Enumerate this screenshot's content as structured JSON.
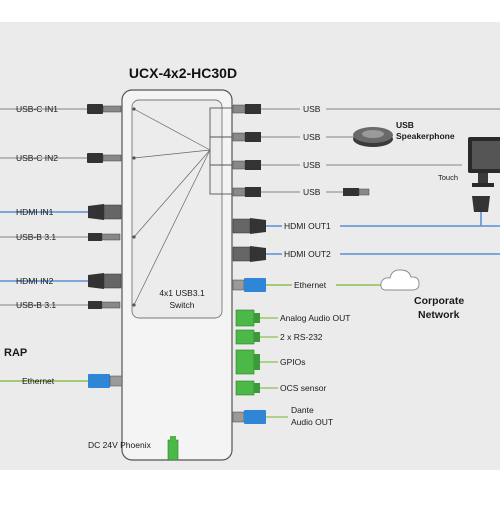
{
  "device": {
    "title": "UCX-4x2-HC30D",
    "switch_label": "4x1 USB3.1",
    "switch_label_2": "Switch",
    "power_label": "DC 24V Phoenix"
  },
  "left_ports": [
    {
      "label": "USB-C IN1",
      "line": "gray"
    },
    {
      "label": "USB-C IN2",
      "line": "gray"
    },
    {
      "label": "HDMI IN1",
      "line": "blue"
    },
    {
      "label": "USB-B 3.1",
      "line": "gray"
    },
    {
      "label": "HDMI IN2",
      "line": "blue"
    },
    {
      "label": "USB-B 3.1",
      "line": "gray"
    }
  ],
  "right_ports": [
    {
      "label": "USB"
    },
    {
      "label": "USB"
    },
    {
      "label": "USB"
    },
    {
      "label": "USB"
    },
    {
      "label": "HDMI OUT1"
    },
    {
      "label": "HDMI OUT2"
    },
    {
      "label": "Ethernet"
    },
    {
      "label": "Analog Audio OUT"
    },
    {
      "label": "2 x RS-232"
    },
    {
      "label": "GPIOs"
    },
    {
      "label": "OCS sensor"
    },
    {
      "label": "Dante"
    },
    {
      "label": "Audio OUT"
    }
  ],
  "peripherals": {
    "speakerphone_line1": "USB",
    "speakerphone_line2": "Speakerphone",
    "touch": "Touch",
    "network_line1": "Corporate",
    "network_line2": "Network"
  },
  "rap": {
    "title": "RAP",
    "ethernet": "Ethernet"
  },
  "colors": {
    "usb_line": "#9a9a9a",
    "hdmi_line": "#5b8fd6",
    "ethernet_line": "#8bbf4f",
    "device_fill": "#f4f4f4",
    "device_stroke": "#555555",
    "ethernet_connector": "#2f86d6",
    "phoenix_connector": "#4cb848"
  }
}
